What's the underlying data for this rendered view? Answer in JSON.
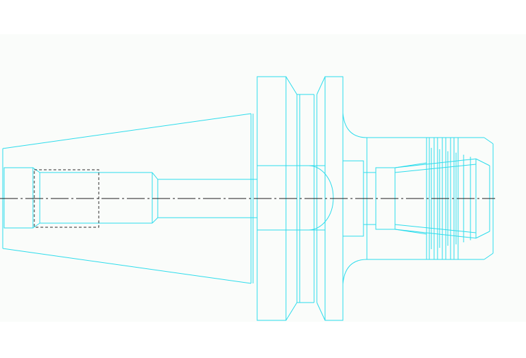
{
  "drawing": {
    "background_color": "#fafcfa",
    "outline_color": "#2bdcec",
    "centerline_color": "#1c1c1c",
    "hidden_line_color": "#2a2a2a",
    "components": [
      "taper-shank",
      "drawbar-bore",
      "flange",
      "v-groove",
      "collar",
      "collet-nose",
      "clamping-nut",
      "collet-cone"
    ]
  }
}
